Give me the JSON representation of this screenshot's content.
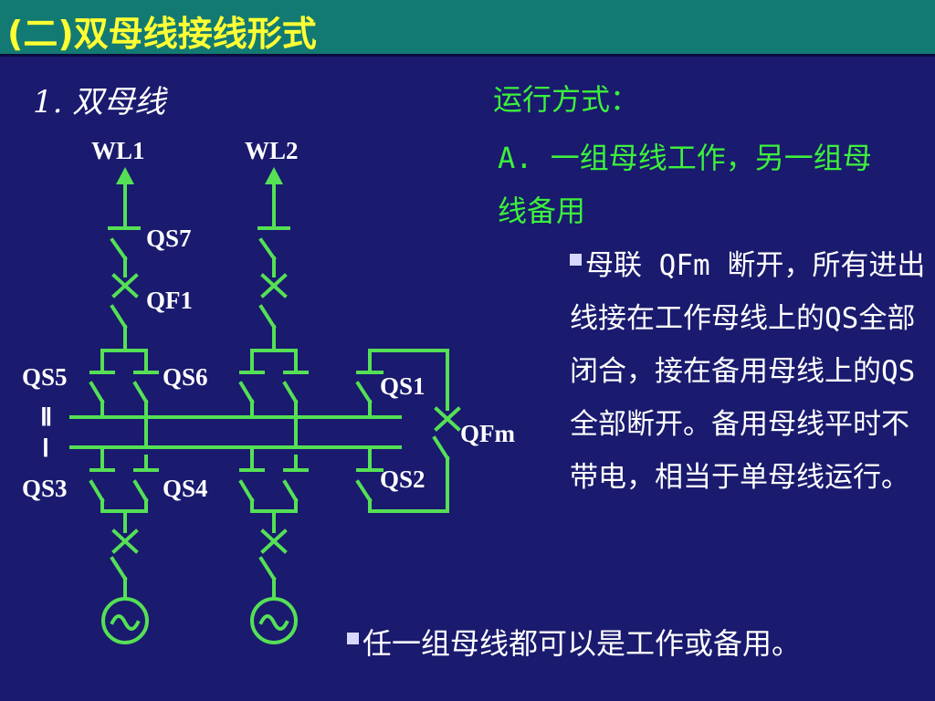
{
  "header": {
    "title": "(二)双母线接线形式"
  },
  "section": {
    "subtitle": "1.  双母线"
  },
  "right_panel": {
    "mode_title": "运行方式：",
    "mode_a": "A. 一组母线工作，另一组母线备用",
    "description": "母联 QFm 断开，所有进出线接在工作母线上的QS全部闭合，接在备用母线上的QS全部断开。备用母线平时不带电，相当于单母线运行。",
    "footer_note": "任一组母线都可以是工作或备用。"
  },
  "diagram_labels": {
    "wl1": "WL1",
    "wl2": "WL2",
    "qs7": "QS7",
    "qf1": "QF1",
    "qs5": "QS5",
    "qs6": "QS6",
    "bus2": "Ⅱ",
    "bus1": "Ⅰ",
    "qs3": "QS3",
    "qs4": "QS4",
    "qs1": "QS1",
    "qs2": "QS2",
    "qfm": "QFm"
  },
  "colors": {
    "background": "#1a1a6e",
    "title_bar": "#137a73",
    "title_text": "#ffff33",
    "diagram_line": "#55e055",
    "highlight_text": "#3cf03c",
    "body_text": "#ffffff"
  }
}
